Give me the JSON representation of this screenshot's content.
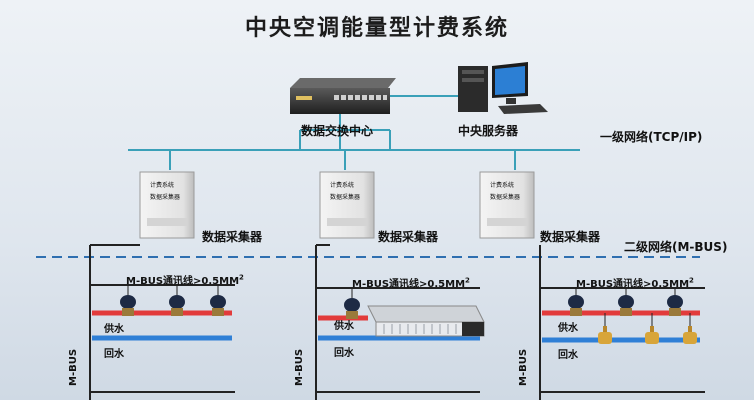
{
  "title": "中央空调能量型计费系统",
  "switch_label": "数据交换中心",
  "server_label": "中央服务器",
  "network_level1": "一级网络(TCP/IP)",
  "network_level2": "二级网络(M-BUS)",
  "collector_label": "数据采集器",
  "collector_face": [
    "计费系统",
    "数据采集器"
  ],
  "mbus_cable": "M-BUS通讯线>0.5MM",
  "mbus_cable_sup": "2",
  "supply_label": "供水",
  "return_label": "回水",
  "bus_label": "M-BUS",
  "colors": {
    "supply": "#e23b3b",
    "return": "#2f7fd6",
    "network": "#3aa0b8",
    "bus": "#222222"
  }
}
